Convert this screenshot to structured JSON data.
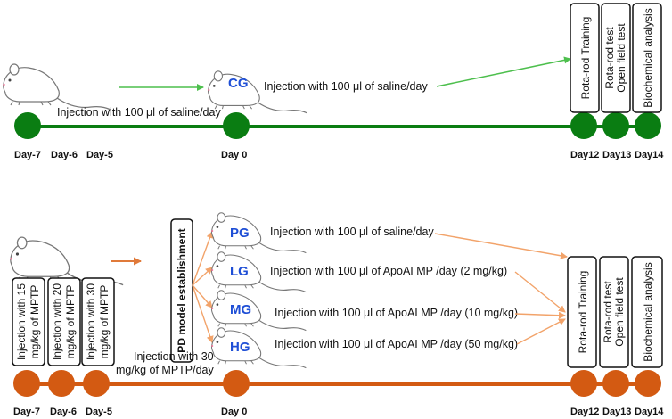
{
  "colors": {
    "green": "#0a7d12",
    "orange": "#d35a12",
    "arrow_green": "#4dbf4d",
    "arrow_orange": "#f2a36a",
    "group_label": "#1f4fd6"
  },
  "top": {
    "pre_injection": "Injection with 100 μl of saline/day",
    "group": "CG",
    "group_injection": "Injection with 100 μl of saline/day",
    "days": [
      "Day-7",
      "Day-6",
      "Day-5",
      "Day 0",
      "Day12",
      "Day13",
      "Day14"
    ],
    "boxes": [
      [
        "Rota-rod Training"
      ],
      [
        "Rota-rod test",
        "Open field test"
      ],
      [
        "Biochemical analysis"
      ]
    ]
  },
  "bottom": {
    "mptp_boxes": [
      [
        "Injection with 15",
        "mg/kg of MPTP"
      ],
      [
        "Injection with 20",
        "mg/kg of MPTP"
      ],
      [
        "Injection with 30",
        "mg/kg of MPTP"
      ]
    ],
    "establishment": "PD model establishment",
    "maintenance": [
      "Injection with 30",
      "mg/kg of MPTP/day"
    ],
    "groups": [
      {
        "name": "PG",
        "injection": "Injection with 100 μl of saline/day"
      },
      {
        "name": "LG",
        "injection": "Injection with 100  μl of ApoAI MP /day (2 mg/kg)"
      },
      {
        "name": "MG",
        "injection": "Injection with 100  μl of ApoAI MP /day (10 mg/kg)"
      },
      {
        "name": "HG",
        "injection": "Injection with 100  μl of ApoAI MP /day (50 mg/kg)"
      }
    ],
    "days": [
      "Day-7",
      "Day-6",
      "Day-5",
      "Day 0",
      "Day12",
      "Day13",
      "Day14"
    ],
    "boxes": [
      [
        "Rota-rod Training"
      ],
      [
        "Rota-rod test",
        "Open field test"
      ],
      [
        "Biochemical analysis"
      ]
    ]
  }
}
